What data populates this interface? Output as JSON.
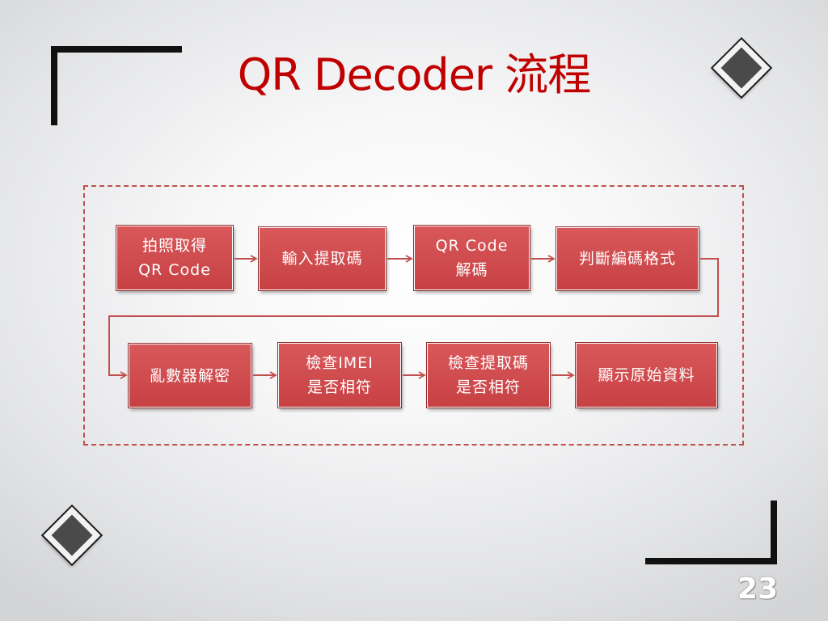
{
  "slide": {
    "title": "QR Decoder 流程",
    "page_number": "23"
  },
  "flow": {
    "row1": [
      {
        "label": "拍照取得\nQR Code"
      },
      {
        "label": "輸入提取碼"
      },
      {
        "label": "QR Code\n解碼"
      },
      {
        "label": "判斷編碼格式"
      }
    ],
    "row2": [
      {
        "label": "亂數器解密"
      },
      {
        "label": "檢查IMEI\n是否相符"
      },
      {
        "label": "檢查提取碼\n是否相符"
      },
      {
        "label": "顯示原始資料"
      }
    ]
  },
  "colors": {
    "title": "#c00000",
    "box_fill": "#c0504d",
    "arrow": "#c0504d",
    "frame_border": "#c0504d"
  }
}
